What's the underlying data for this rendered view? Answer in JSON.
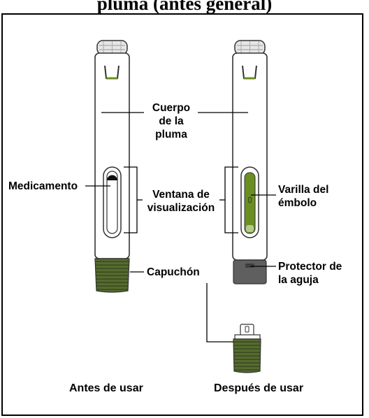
{
  "title": "pluma (antes general)",
  "labels": {
    "body": [
      "Cuerpo",
      "de la",
      "pluma"
    ],
    "medication": "Medicamento",
    "viewing_window": [
      "Ventana de",
      "visualización"
    ],
    "cap": "Capuchón",
    "plunger_rod": [
      "Varilla del",
      "émbolo"
    ],
    "needle_guard": [
      "Protector de",
      "la aguja"
    ]
  },
  "captions": {
    "before": "Antes de usar",
    "after": "Después de usar"
  },
  "colors": {
    "cap_green": "#556b2f",
    "cap_dark": "#3b4a1f",
    "window_green": "#6b8e23",
    "needle_guard_gray": "#5f5f5f",
    "pen_body": "#ffffff",
    "outline": "#333333"
  }
}
